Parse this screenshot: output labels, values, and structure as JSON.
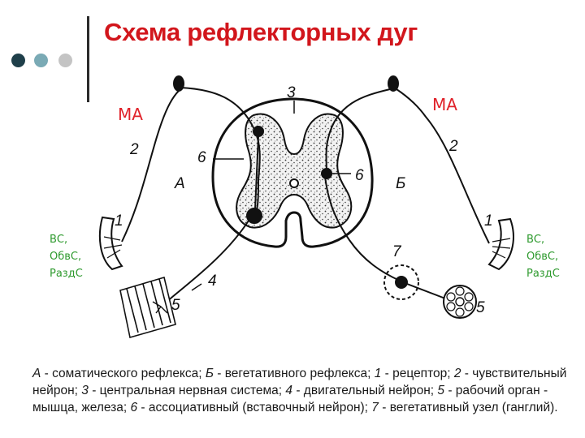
{
  "title": "Схема рефлекторных дуг",
  "decor_colors": {
    "dot1": "#1f3f4a",
    "dot2": "#7aaab5",
    "dot3": "#c4c4c4",
    "title": "#d2161c",
    "note_red": "#e0222a",
    "note_green": "#2e9a2e"
  },
  "annotations": {
    "ma_left": "МА",
    "ma_right": "МА",
    "left_note": [
      "ВС,",
      "ОбвС,",
      "РаздС"
    ],
    "right_note": [
      "ВС,",
      "ОбвС,",
      "РаздС"
    ]
  },
  "labels": {
    "n3": "3",
    "n2_left": "2",
    "n2_right": "2",
    "n6_left": "6",
    "n6_right": "6",
    "A": "А",
    "B": "Б",
    "n1_left": "1",
    "n1_right": "1",
    "n4": "4",
    "n5_left": "5",
    "n5_right": "5",
    "n7": "7"
  },
  "caption": {
    "parts": [
      {
        "t": "А",
        "i": true
      },
      {
        "t": " - соматического рефлекса; ",
        "i": false
      },
      {
        "t": "Б",
        "i": true
      },
      {
        "t": " - вегетативного рефлекса; ",
        "i": false
      },
      {
        "t": "1",
        "i": true
      },
      {
        "t": " - рецептор; ",
        "i": false
      },
      {
        "t": "2",
        "i": true
      },
      {
        "t": " - чувствительный нейрон; ",
        "i": false
      },
      {
        "t": "3",
        "i": true
      },
      {
        "t": " - центральная нервная система; ",
        "i": false
      },
      {
        "t": "4",
        "i": true
      },
      {
        "t": " - двигательный нейрон; ",
        "i": false
      },
      {
        "t": "5",
        "i": true
      },
      {
        "t": " - рабочий орган - мышца, железа; ",
        "i": false
      },
      {
        "t": "6",
        "i": true
      },
      {
        "t": " - ассоциативный (вставочный нейрон); ",
        "i": false
      },
      {
        "t": "7",
        "i": true
      },
      {
        "t": " - вегетативный узел (ганглий).",
        "i": false
      }
    ]
  }
}
